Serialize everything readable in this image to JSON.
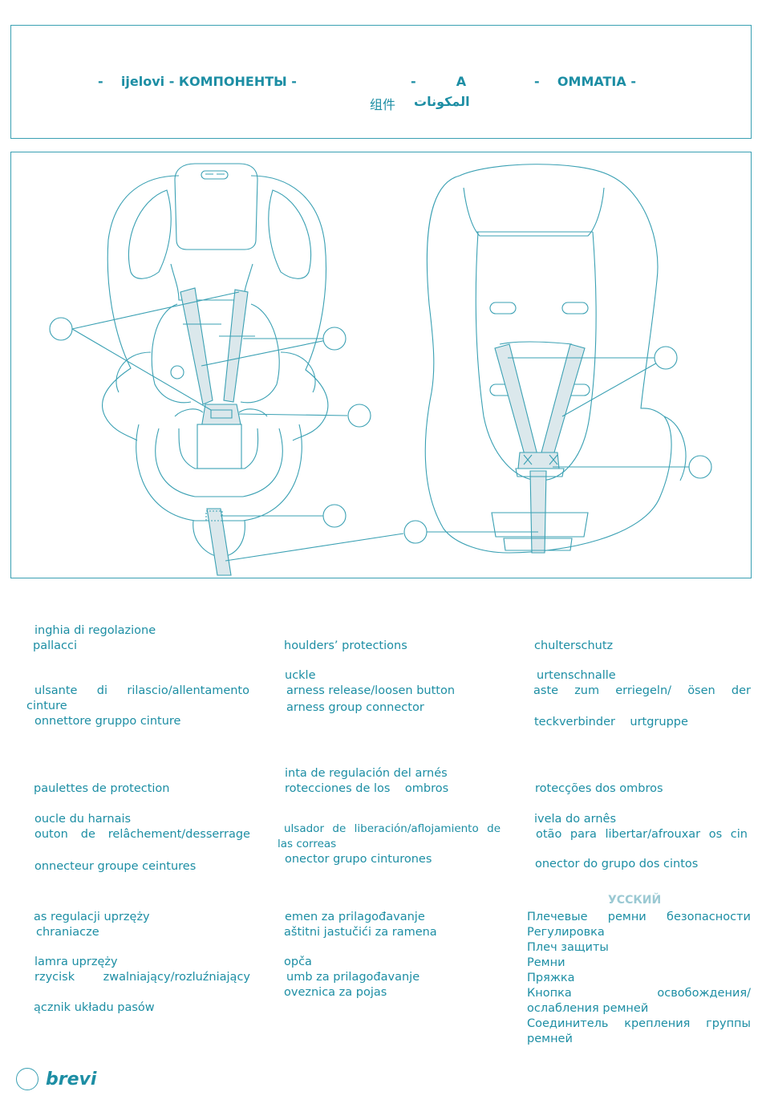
{
  "header": {
    "line1_left": "-    ijelovi - КОМПОНЕНТЫ -",
    "line1_mid": "-         A",
    "line1_right": "-    OMMATIA -",
    "line2_cn": "组件",
    "line2_ar": "المكونات"
  },
  "italian": {
    "l1": "inghia di regolazione",
    "l2": "pallacci",
    "l3a": "ulsante",
    "l3b": "di",
    "l3c": "rilascio/allentamento",
    "l4": "cinture",
    "l5": "onnettore gruppo cinture"
  },
  "english": {
    "l1": "houlders’ protections",
    "l2": "uckle",
    "l3": "arness release/loosen button",
    "l4": "arness group connector"
  },
  "german": {
    "l1": "chulterschutz",
    "l2": "urtenschnalle",
    "l3a": "aste",
    "l3b": "zum",
    "l3c": "erriegeln/",
    "l3d": "ösen",
    "l3e": "der",
    "l4a": "teckverbinder",
    "l4b": "urtgruppe"
  },
  "french": {
    "l1": "paulettes de protection",
    "l2": "oucle du harnais",
    "l3a": "outon",
    "l3b": "de",
    "l3c": "relâchement/desserrage",
    "l4": "onnecteur groupe ceintures"
  },
  "spanish": {
    "l1": "inta de regulación del arnés",
    "l2a": "rotecciones de los",
    "l2b": "ombros",
    "l3a": "ulsador",
    "l3b": "de",
    "l3c": "liberación/aflojamiento",
    "l3d": "de",
    "l4": "las correas",
    "l5": "onector grupo cinturones"
  },
  "portuguese": {
    "l1": "rotecções dos ombros",
    "l2": "ivela do arnês",
    "l3a": "otão",
    "l3b": "para",
    "l3c": "libertar/afrouxar",
    "l3d": "os",
    "l3e": "cin",
    "l4": "onector do grupo dos cintos"
  },
  "polish": {
    "l1": "as regulacji uprzęży",
    "l2": "chraniacze",
    "l3": "lamra uprzęży",
    "l4a": "rzycisk",
    "l4b": "zwalniający/rozluźniający",
    "l5": "ącznik układu pasów"
  },
  "croatian": {
    "l1": "emen za prilagođavanje",
    "l2": "aštitni jastučići za ramena",
    "l3": "opča",
    "l4": "umb za prilagođavanje",
    "l5": "oveznica za pojas"
  },
  "russian": {
    "title": "УССКИЙ",
    "l1a": "Плечевые",
    "l1b": "ремни",
    "l1c": "безопасности",
    "l2": "Регулировка",
    "l3": "Плеч защиты",
    "l4": "Ремни",
    "l5": "Пряжка",
    "l6a": "Кнопка",
    "l6b": "освобождения/",
    "l7": "ослабления ремней",
    "l8a": "Соединитель",
    "l8b": "крепления",
    "l8c": "группы",
    "l9": "ремней"
  },
  "footer": {
    "logo": "brevi"
  },
  "colors": {
    "accent": "#1d8ea4",
    "line": "#3aa0b3",
    "strap": "#dbe8ec",
    "russian_title": "#9bc9d3"
  }
}
